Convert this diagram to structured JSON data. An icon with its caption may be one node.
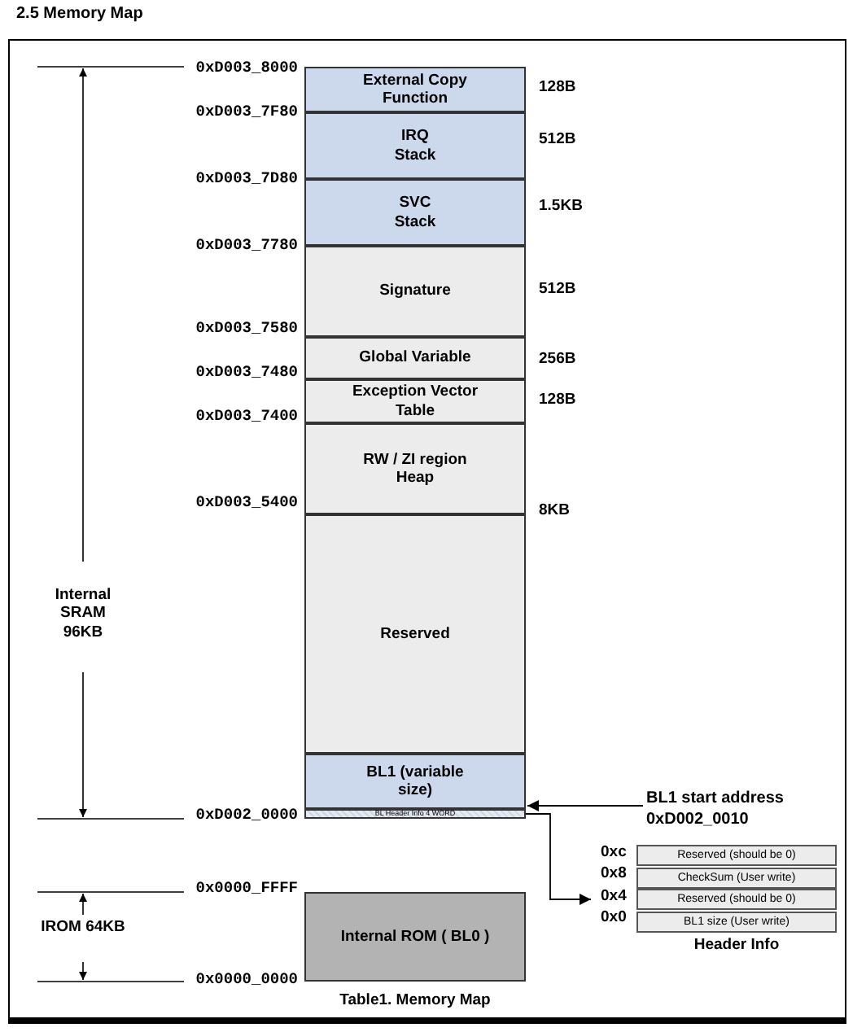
{
  "diagram": {
    "title": "2.5 Memory Map",
    "caption": "Table1. Memory Map",
    "nodes": [
      {
        "text": [
          "External Copy Function"
        ],
        "beside": [
          "128B"
        ]
      },
      {
        "text": [
          "IRQ Stack"
        ],
        "beside": [
          "512B"
        ]
      },
      {
        "text": [
          "SVC Stack"
        ],
        "beside": [
          "1.5KB"
        ]
      },
      {
        "text": [
          "Signature"
        ],
        "beside": [
          "512B"
        ]
      },
      {
        "text": [
          "Global Variable"
        ],
        "beside": [
          "256B"
        ]
      },
      {
        "text": [
          "Exception Vector Table"
        ],
        "beside": [
          "128B"
        ]
      },
      {
        "text": [
          "RW / ZI region Heap"
        ],
        "beside": [
          "8KB"
        ]
      },
      {
        "text": [
          "Reserved"
        ]
      },
      {
        "text": [
          "BL1 (variable size)"
        ]
      },
      {
        "text": [
          "BL Header Info 4 WORD"
        ]
      },
      {
        "text": [
          "Internal ROM ( BL0 )"
        ]
      },
      {
        "text": [
          "BL1 start address",
          "0xD002_0010"
        ]
      },
      {
        "text": [
          "Reserved (should be 0)",
          "CheckSum (User write)",
          "Reserved (should be 0)",
          "BL1 size (User write)"
        ],
        "beside": [
          "Header Info"
        ]
      }
    ],
    "edges": [
      {
        "from": 11,
        "to": 8,
        "arrow": "to"
      },
      {
        "from": 9,
        "to": 12,
        "arrow": "to"
      }
    ],
    "labels": [
      "0xD003_8000",
      "0xD003_7F80",
      "0xD003_7D80",
      "0xD003_7780",
      "0xD003_7580",
      "0xD003_7480",
      "0xD003_7400",
      "0xD003_5400",
      "Internal SRAM 96KB",
      "0xD002_0000",
      "0xc",
      "0x8",
      "0x4",
      "0x0",
      "0x0000_FFFF",
      "IROM 64KB",
      "0x0000_0000"
    ]
  }
}
